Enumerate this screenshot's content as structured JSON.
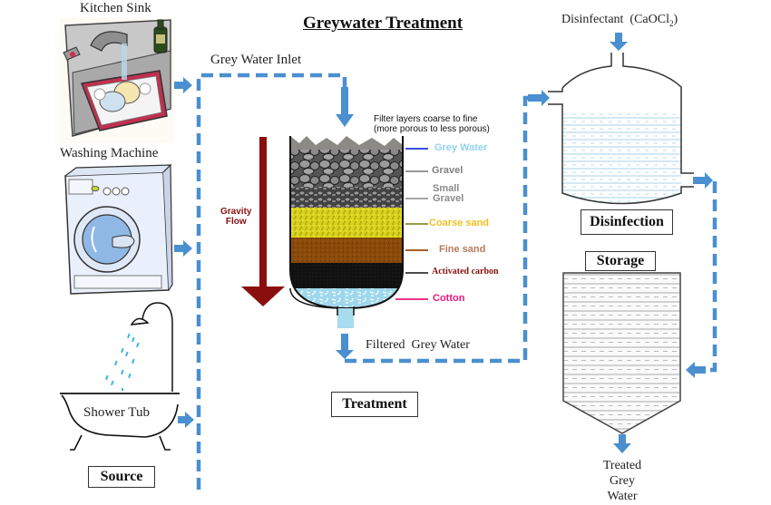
{
  "title": "Greywater Treatment",
  "sources": {
    "kitchen_sink": "Kitchen Sink",
    "washing_machine": "Washing Machine",
    "shower_tub": "Shower Tub",
    "section_label": "Source"
  },
  "inlet_label": "Grey Water Inlet",
  "treatment": {
    "filter_caption_line1": "Filter layers coarse to fine",
    "filter_caption_line2": "(more porous to less porous)",
    "gravity_line1": "Gravity",
    "gravity_line2": "Flow",
    "layers": [
      {
        "label": "Grey Water",
        "color": "#8fd3ef",
        "line_color": "#1a3ad6"
      },
      {
        "label": "Gravel",
        "color": "#808080",
        "line_color": "#888888"
      },
      {
        "label": "Small",
        "label2": "Gravel",
        "color": "#8a8a8a",
        "line_color": "#999999"
      },
      {
        "label": "Coarse sand",
        "color": "#f0c020",
        "line_color": "#8b8b2a"
      },
      {
        "label": "Fine sand",
        "color": "#b87a5a",
        "line_color": "#9c4a10"
      },
      {
        "label": "Activated carbon",
        "color": "#8b1010",
        "line_color": "#333333"
      },
      {
        "label": "Cotton",
        "color": "#e8187a",
        "line_color": "#e8187a"
      }
    ],
    "filtered_label": "Filtered  Grey Water",
    "section_label": "Treatment"
  },
  "disinfection": {
    "disinfectant_label": "Disinfectant  (CaOCl",
    "disinfectant_sub": "2",
    "disinfectant_close": ")",
    "section_label": "Disinfection"
  },
  "storage": {
    "section_label": "Storage",
    "output_line1": "Treated",
    "output_line2": "Grey",
    "output_line3": "Water"
  },
  "colors": {
    "flow_blue": "#4a8fd0",
    "gravity_red": "#8b0e0e",
    "water_line": "#a8d0ea"
  }
}
